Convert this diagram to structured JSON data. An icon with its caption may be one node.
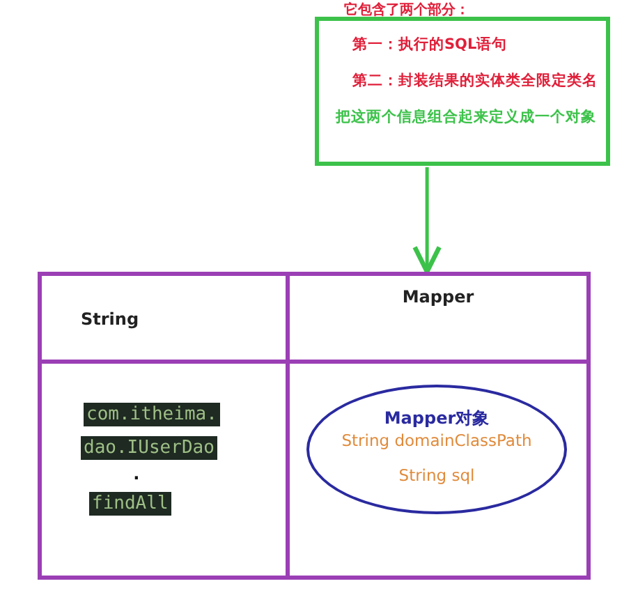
{
  "diagram": {
    "nodes": [
      {
        "text": [
          "它包含了两个部分：",
          "第一：执行的SQL语句",
          "第二：封装结果的实体类全限定类名",
          "把这两个信息组合起来定义成一个对象"
        ]
      },
      {
        "text": [],
        "shape": "box"
      },
      {
        "text": [
          "String"
        ],
        "in": 1
      },
      {
        "text": [
          "Mapper"
        ],
        "in": 1
      },
      {
        "text": [
          "com.itheima.",
          "dao.IUserDao",
          ".",
          "findAll"
        ],
        "in": 1
      },
      {
        "text": [],
        "shape": "box",
        "in": 1
      },
      {
        "text": [
          "Mapper对象",
          "String domainClassPath",
          "String sql"
        ],
        "in": 5
      }
    ],
    "edges": [
      {
        "from": 0,
        "to": 1,
        "arrow": "to"
      }
    ]
  }
}
